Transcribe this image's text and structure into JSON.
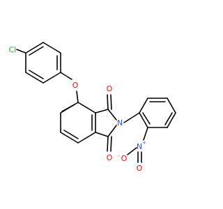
{
  "atoms": {
    "chlorine": "Cl",
    "ether_oxygen": "O",
    "carbonyl_oxygen_top": "O",
    "carbonyl_oxygen_bottom": "O",
    "imide_nitrogen": "N",
    "nitro_nitrogen": "N",
    "nitro_nitrogen_charge": "+",
    "nitro_oxygen_single": "O",
    "nitro_oxygen_single_charge": "-",
    "nitro_oxygen_double": "O"
  },
  "colors": {
    "bond": "#000000",
    "chlorine": "#1fb81f",
    "oxygen": "#ff0d0d",
    "nitrogen": "#3050f8",
    "background": "#ffffff"
  }
}
